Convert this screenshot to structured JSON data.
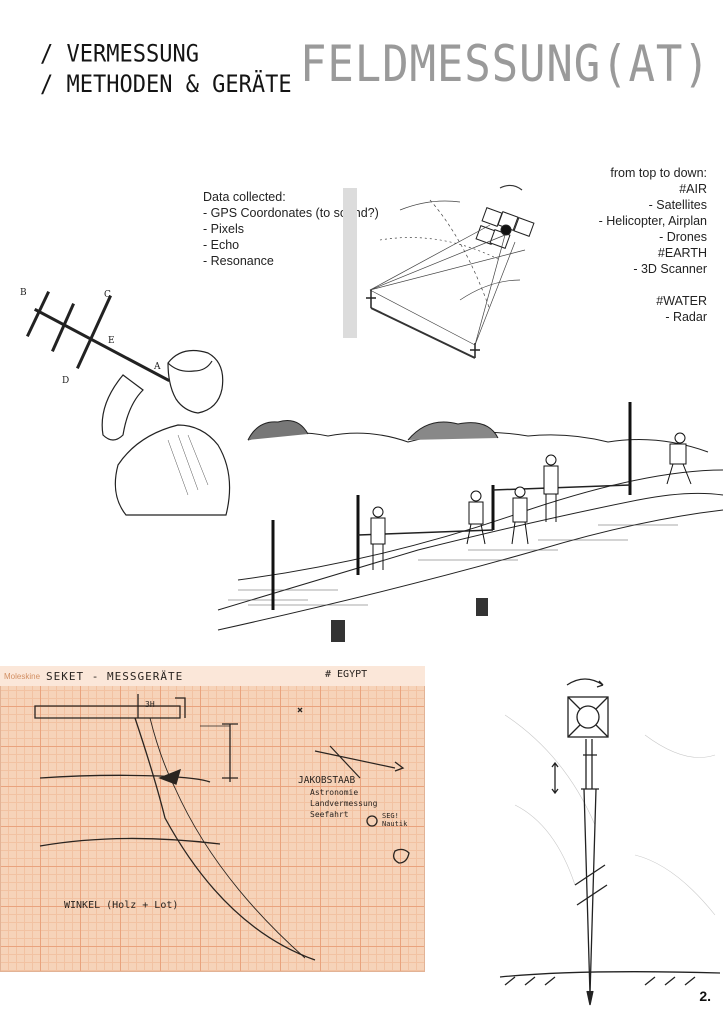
{
  "header": {
    "line1": "/ VERMESSUNG",
    "line2": "/ METHODEN & GERÄTE",
    "title": "FELDMESSUNG(AT)"
  },
  "data_collected": {
    "heading": "Data collected:",
    "items": [
      "- GPS Coordonates (to sound?)",
      "- Pixels",
      "- Echo",
      "- Resonance"
    ]
  },
  "order": {
    "heading": "from top  to down:",
    "air_label": "#AIR",
    "air_items": [
      "- Satellites",
      "- Helicopter, Airplan",
      "- Drones"
    ],
    "earth_label": "#EARTH",
    "earth_items": [
      "- 3D Scanner"
    ],
    "water_label": "#WATER",
    "water_items": [
      "- Radar"
    ]
  },
  "sketch": {
    "title": "SEKET - MESSGERÄTE",
    "tag": "# EGYPT",
    "measure": "3H",
    "jakob_title": "JAKOBSTAAB",
    "jakob_lines": [
      "Astronomie",
      "Landvermessung",
      "Seefahrt"
    ],
    "seg_lines": [
      "SEG!",
      "Nautik"
    ],
    "winkel": "WINKEL (Holz + Lot)",
    "paper_brand": "Moleskine"
  },
  "engraving_labels": [
    "B",
    "C",
    "E",
    "D",
    "A"
  ],
  "page_number": "2."
}
